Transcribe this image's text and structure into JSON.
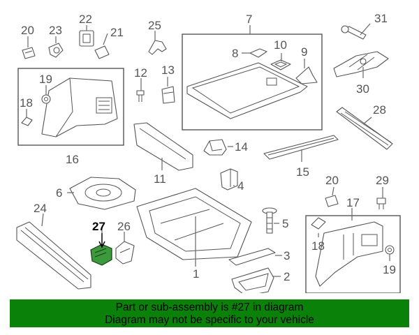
{
  "callouts": {
    "c1": "1",
    "c2": "2",
    "c3": "3",
    "c4": "4",
    "c5": "5",
    "c6": "6",
    "c7": "7",
    "c8": "8",
    "c9": "9",
    "c10": "10",
    "c11": "11",
    "c12": "12",
    "c13": "13",
    "c14": "14",
    "c15": "15",
    "c16": "16",
    "c17": "17",
    "c18a": "18",
    "c18b": "18",
    "c19a": "19",
    "c19b": "19",
    "c20a": "20",
    "c20b": "20",
    "c21": "21",
    "c22": "22",
    "c23": "23",
    "c24": "24",
    "c25": "25",
    "c26": "26",
    "c27": "27",
    "c28": "28",
    "c29": "29",
    "c30": "30",
    "c31": "31"
  },
  "highlight": {
    "part": "27",
    "color": "#3c9a3c"
  },
  "footer": {
    "line1": "Part or sub-assembly is #27 in diagram",
    "line2": "Diagram may not be specific to your vehicle",
    "background": "#0a820a"
  }
}
